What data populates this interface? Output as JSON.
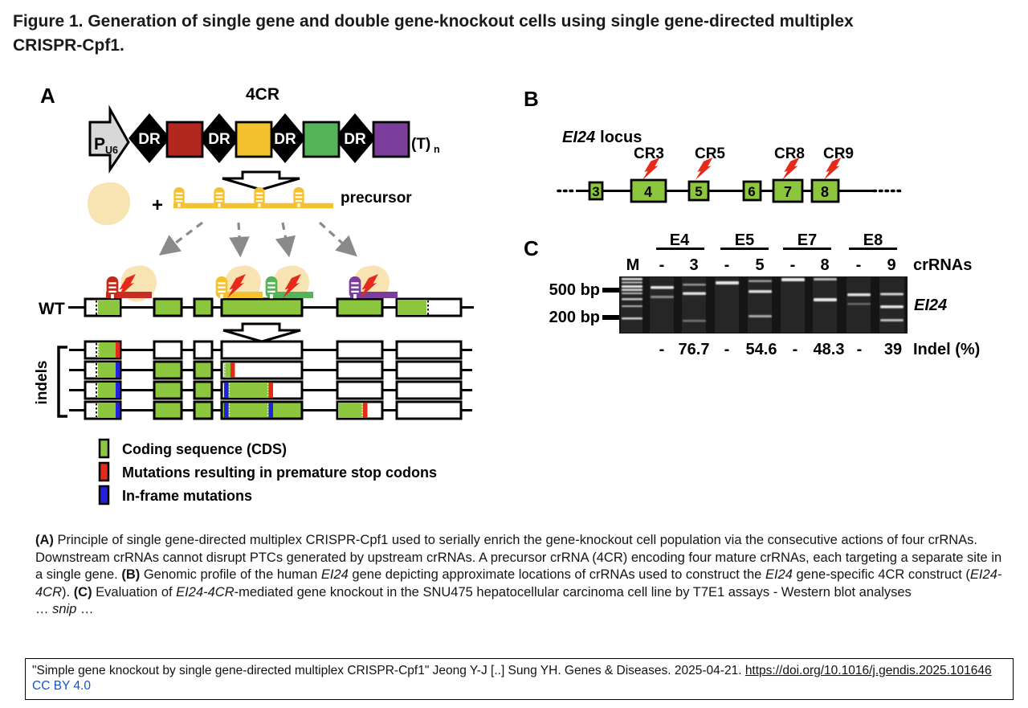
{
  "title": "Figure 1. Generation of single gene and double gene-knockout cells using single gene-directed multiplex CRISPR-Cpf1.",
  "panelA": {
    "label": "A",
    "construct_title": "4CR",
    "promoter_main": "P",
    "promoter_sub": "U6",
    "dr": "DR",
    "terminator_main": "(T)",
    "terminator_sub": "n",
    "plus_sign": "+",
    "precursor_label": "precursor",
    "wt_label": "WT",
    "indels_label": "indels",
    "legend": [
      {
        "label": "Coding sequence (CDS)",
        "color": "#8CC63F"
      },
      {
        "label": "Mutations resulting in premature stop codons",
        "color": "#E52A1A"
      },
      {
        "label": "In-frame mutations",
        "color": "#2222DB"
      }
    ]
  },
  "panelB": {
    "label": "B",
    "locus_name": "EI24",
    "locus_word": "locus",
    "cr_labels": [
      "CR3",
      "CR5",
      "CR8",
      "CR9"
    ],
    "exon_numbers": [
      "3",
      "4",
      "5",
      "6",
      "7",
      "8"
    ]
  },
  "panelC": {
    "label": "C",
    "group_headers": [
      "E4",
      "E5",
      "E7",
      "E8"
    ],
    "marker_lane": "M",
    "lane_labels": [
      "-",
      "3",
      "-",
      "5",
      "-",
      "8",
      "-",
      "9"
    ],
    "crnas_label": "crRNAs",
    "marker_500": "500 bp",
    "marker_200": "200 bp",
    "gene_label": "EI24",
    "indel_values": [
      "-",
      "76.7",
      "-",
      "54.6",
      "-",
      "48.3",
      "-",
      "39"
    ],
    "indel_label": "Indel (%)"
  },
  "caption": {
    "a_tag": "(A)",
    "a_text": " Principle of single gene-directed multiplex CRISPR-Cpf1 used to serially enrich the gene-knockout cell population via the consecutive actions of four crRNAs. Downstream crRNAs cannot disrupt PTCs generated by upstream crRNAs. A precursor crRNA (4CR) encoding four mature crRNAs, each targeting a separate site in a single gene. ",
    "b_tag": "(B)",
    "b_text1": " Genomic profile of the human ",
    "gene1": "EI24",
    "b_text2": " gene depicting approximate locations of crRNAs used to construct the ",
    "gene2": "EI24",
    "b_text3": " gene-specific 4CR construct (",
    "gene3": "EI24-4CR",
    "b_text4": "). ",
    "c_tag": "(C)",
    "c_text1": " Evaluation of ",
    "gene4": "EI24-4CR",
    "c_text2": "-mediated gene knockout in the SNU475 hepatocellular carcinoma cell line by T7E1 assays - Western blot analyses",
    "snip_pre": "… ",
    "snip": "snip",
    "snip_post": " …"
  },
  "citation": {
    "text": "\"Simple gene knockout by single gene-directed multiplex CRISPR-Cpf1\" Jeong Y-J [..] Sung YH. Genes & Diseases. 2025-04-21. ",
    "doi": "https://doi.org/10.1016/j.gendis.2025.101646",
    "license": "CC BY 4.0"
  },
  "colors": {
    "cds_green": "#8CC63F",
    "construct_red": "#B2281E",
    "construct_yellow": "#F4C12F",
    "construct_green": "#55B45A",
    "construct_purple": "#7B3F9B",
    "bright_red": "#E52A1A",
    "inframe_blue": "#2222DB",
    "cpf1_blob": "#F8E3B3",
    "link_blue": "#1155CC"
  }
}
